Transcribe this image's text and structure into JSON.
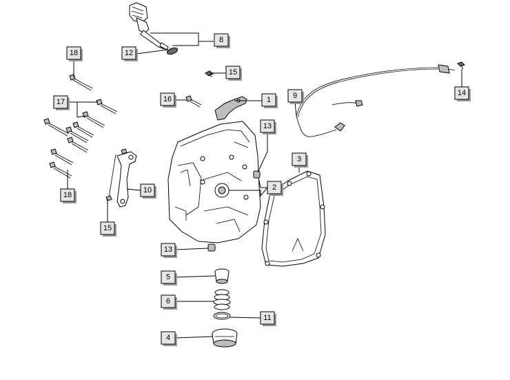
{
  "diagram": {
    "callouts": [
      {
        "id": "c8",
        "label": "8"
      },
      {
        "id": "c12",
        "label": "12"
      },
      {
        "id": "c18a",
        "label": "18"
      },
      {
        "id": "c15a",
        "label": "15"
      },
      {
        "id": "c16",
        "label": "16"
      },
      {
        "id": "c1",
        "label": "1"
      },
      {
        "id": "c17",
        "label": "17"
      },
      {
        "id": "c9",
        "label": "9"
      },
      {
        "id": "c14",
        "label": "14"
      },
      {
        "id": "c13a",
        "label": "13"
      },
      {
        "id": "c3",
        "label": "3"
      },
      {
        "id": "c2",
        "label": "2"
      },
      {
        "id": "c10",
        "label": "10"
      },
      {
        "id": "c18b",
        "label": "18"
      },
      {
        "id": "c15b",
        "label": "15"
      },
      {
        "id": "c13b",
        "label": "13"
      },
      {
        "id": "c5",
        "label": "5"
      },
      {
        "id": "c6",
        "label": "6"
      },
      {
        "id": "c11",
        "label": "11"
      },
      {
        "id": "c4",
        "label": "4"
      }
    ]
  }
}
